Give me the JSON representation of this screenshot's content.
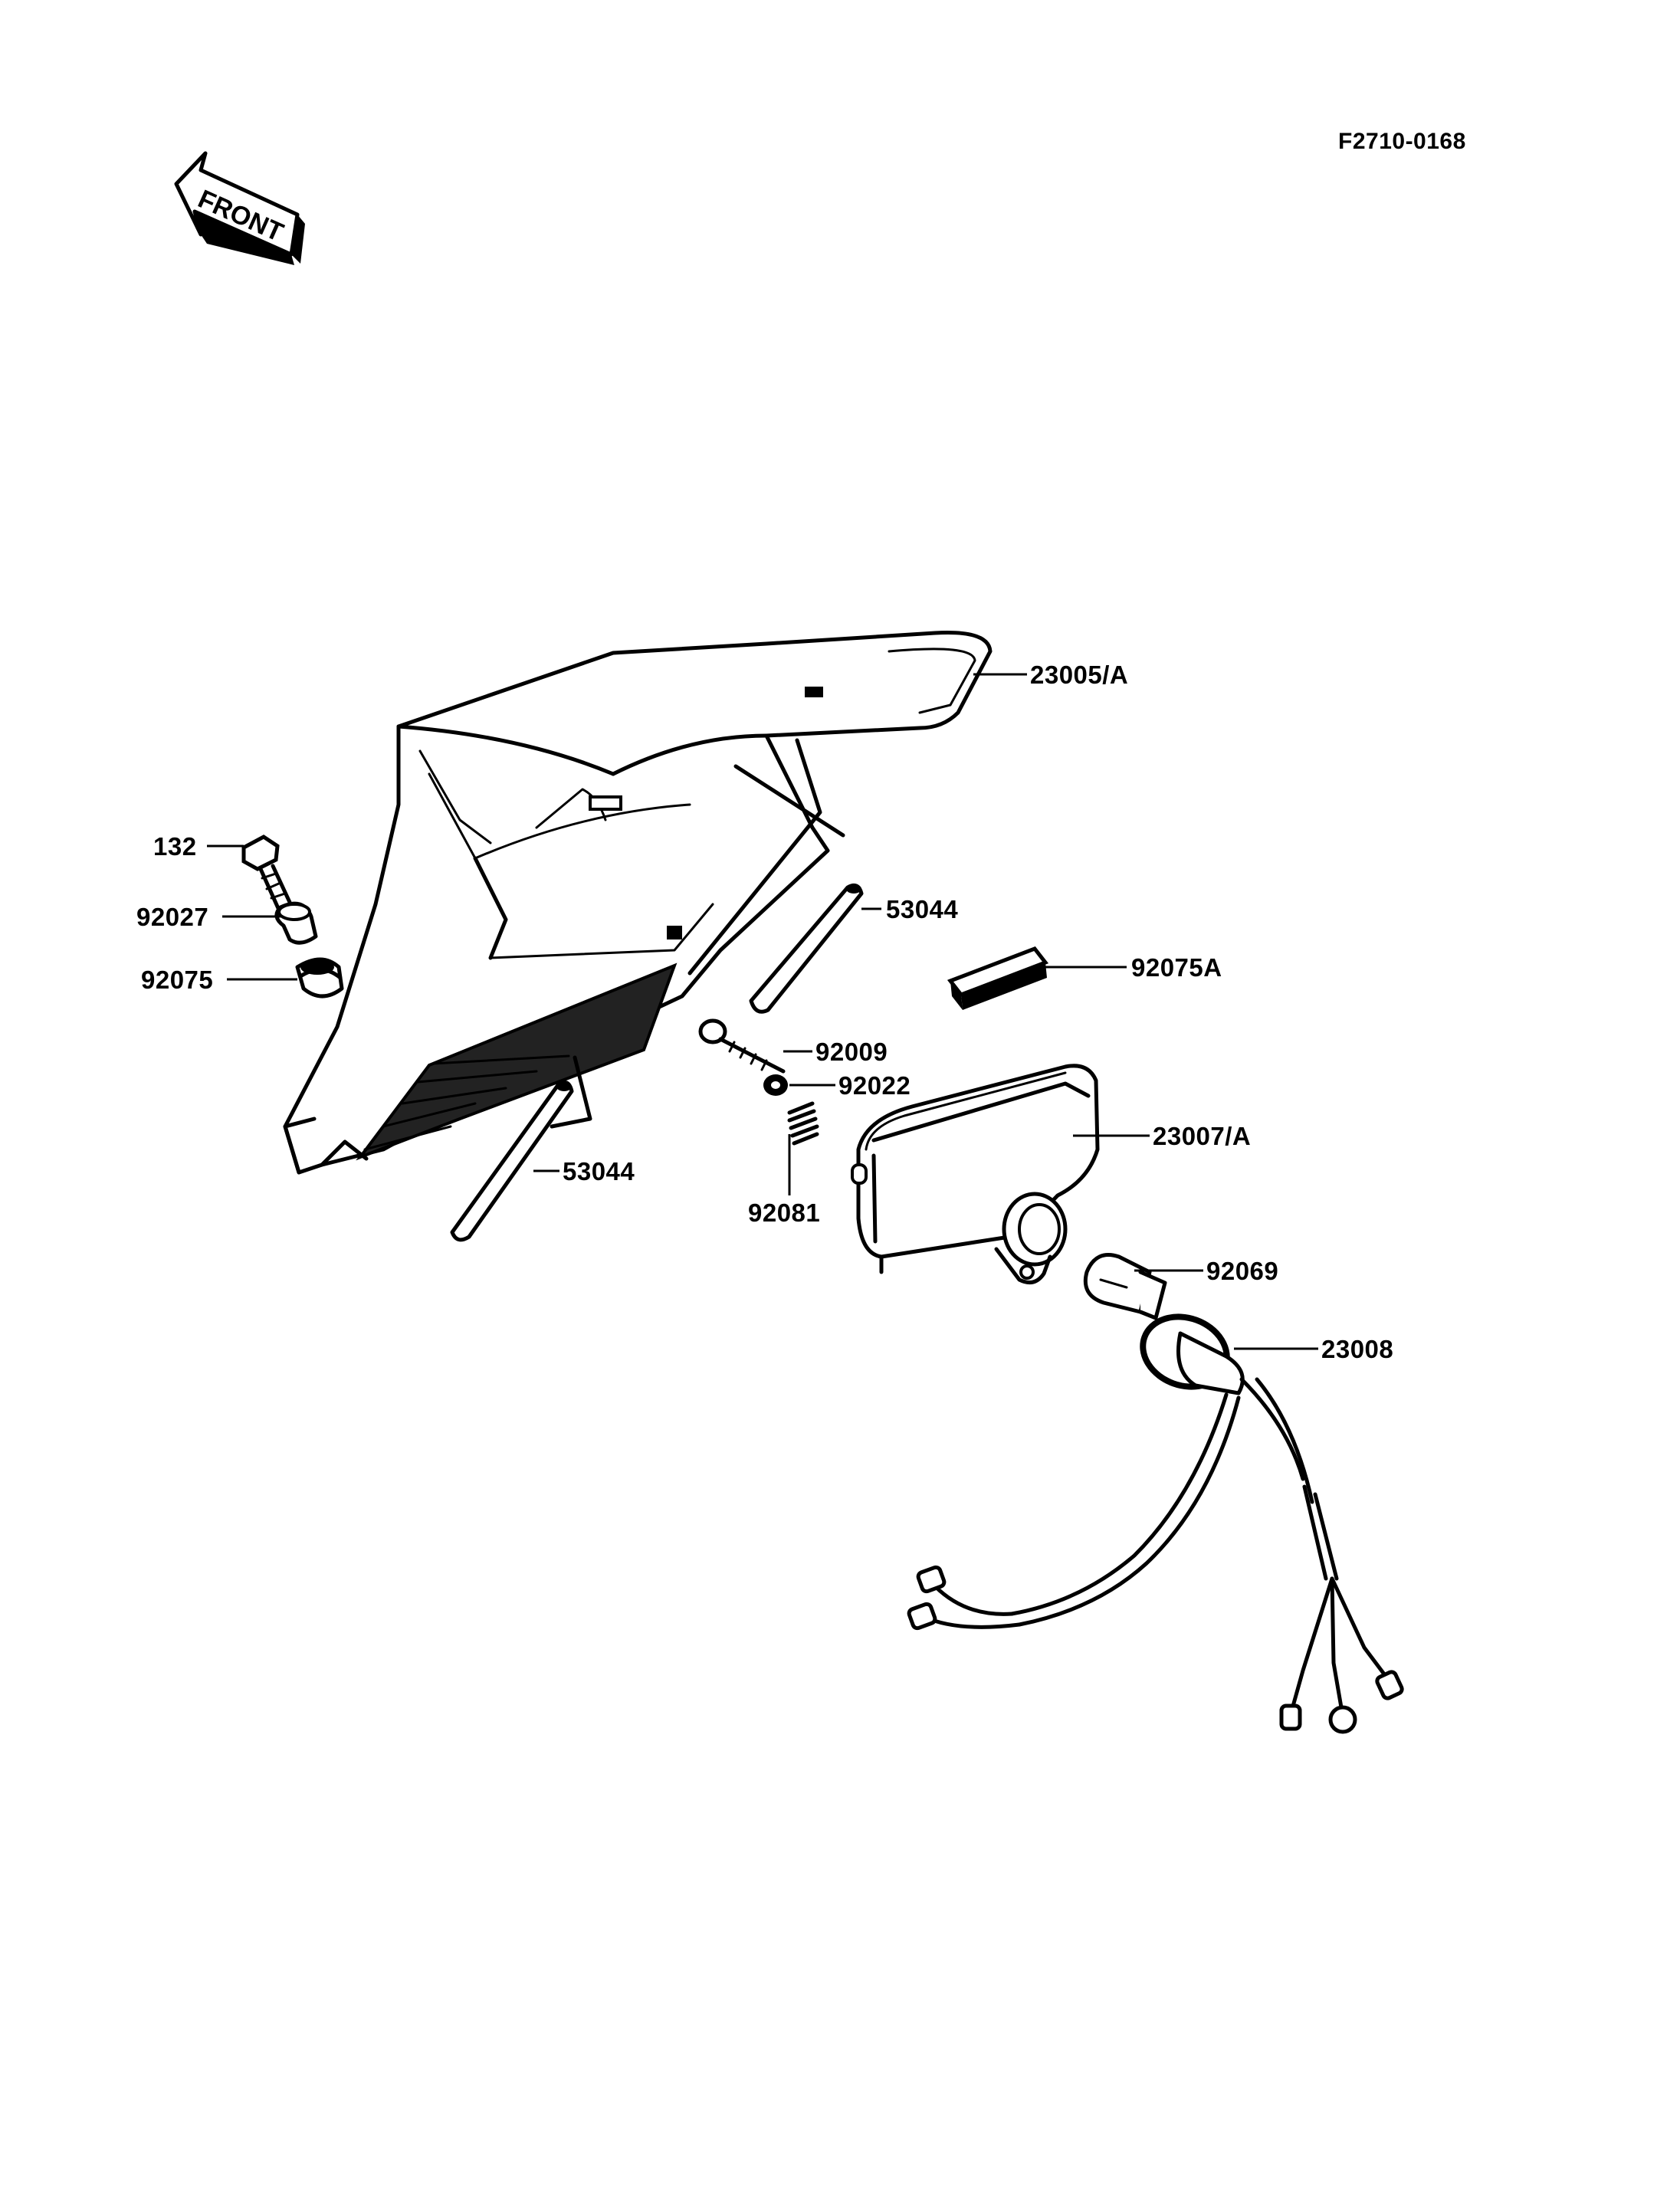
{
  "drawing_number": "F2710-0168",
  "front_arrow_text": "FRONT",
  "icons": {
    "front_arrow": "arrow-left-icon"
  },
  "parts": [
    {
      "id": "p-23005",
      "label": "23005/A"
    },
    {
      "id": "p-132",
      "label": "132"
    },
    {
      "id": "p-92027",
      "label": "92027"
    },
    {
      "id": "p-92075",
      "label": "92075"
    },
    {
      "id": "p-53044-a",
      "label": "53044"
    },
    {
      "id": "p-92075a",
      "label": "92075A"
    },
    {
      "id": "p-92009",
      "label": "92009"
    },
    {
      "id": "p-92022",
      "label": "92022"
    },
    {
      "id": "p-23007",
      "label": "23007/A"
    },
    {
      "id": "p-53044-b",
      "label": "53044"
    },
    {
      "id": "p-92081",
      "label": "92081"
    },
    {
      "id": "p-92069",
      "label": "92069"
    },
    {
      "id": "p-23008",
      "label": "23008"
    }
  ]
}
